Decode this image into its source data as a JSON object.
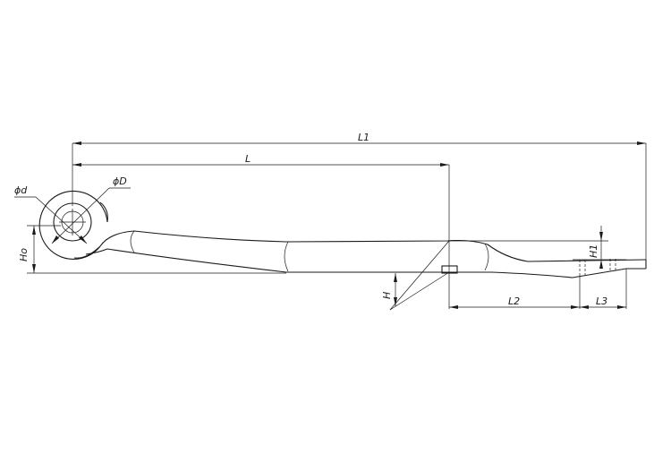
{
  "drawing": {
    "dimensions": {
      "l1": "L1",
      "l": "L",
      "phi_d": "ϕd",
      "phi_D": "ϕD",
      "ho": "Ho",
      "h": "H",
      "h1": "H1",
      "l2": "L2",
      "l3": "L3"
    }
  }
}
